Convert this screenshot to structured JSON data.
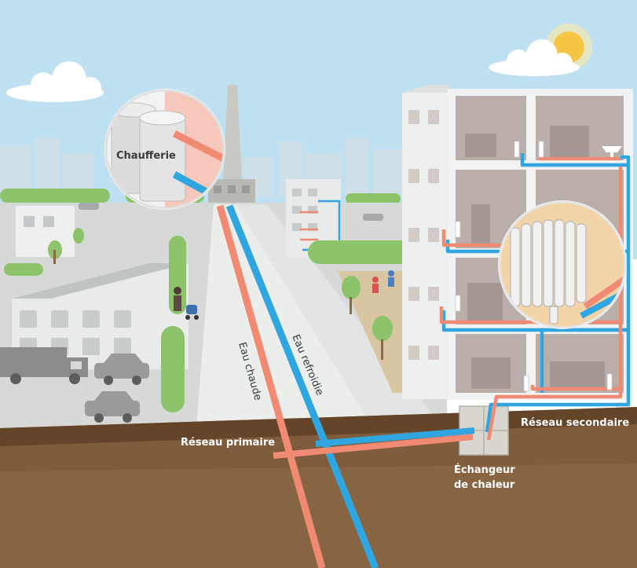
{
  "labels": {
    "boiler_room": "Chaufferie",
    "hot_water": "Eau chaude",
    "cooled_water": "Eau refroidie",
    "primary_network": "Réseau primaire",
    "secondary_network": "Réseau secondaire",
    "heat_exchanger_line1": "Échangeur",
    "heat_exchanger_line2": "de chaleur"
  },
  "colors": {
    "hot_pipe": "#f08a73",
    "cold_pipe": "#2fa6e0",
    "sky": "#bfe0f1",
    "ground": "#7a5a3a",
    "building": "#e6e7e8"
  },
  "icons": {
    "sun": "sun-icon",
    "radiator": "radiator-icon",
    "boiler": "boiler-tanks-icon"
  }
}
